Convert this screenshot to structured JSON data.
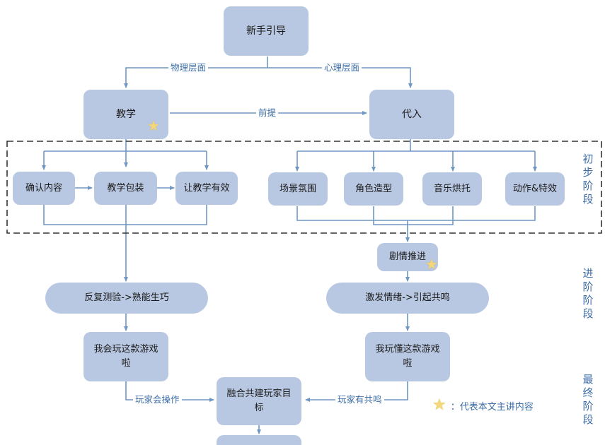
{
  "nodes": {
    "guide": "新手引导",
    "teaching": "教学",
    "immersion": "代入",
    "confirm": "确认内容",
    "packaging": "教学包装",
    "effective": "让教学有效",
    "atmosphere": "场景氛围",
    "character": "角色造型",
    "music": "音乐烘托",
    "action": "动作&特效",
    "plot": "剧情推进",
    "practice": "反复测验->熟能生巧",
    "emotion": "激发情绪->引起共鸣",
    "can_play": "我会玩这款游戏啦",
    "understand": "我玩懂这款游戏啦",
    "goal": "融合共建玩家目标"
  },
  "edge_labels": {
    "physical": "物理层面",
    "mental": "心理层面",
    "premise": "前提",
    "operate": "玩家会操作",
    "resonate": "玩家有共鸣"
  },
  "stages": {
    "initial": "初步阶段",
    "advanced": "进阶阶段",
    "final": "最终阶段"
  },
  "legend": {
    "icon": "star-icon",
    "text": "：代表本文主讲内容"
  },
  "colors": {
    "node_fill": "#b9c8e2",
    "connector": "#6e97c4",
    "label_text": "#3d6ea7",
    "star": "#f3d779",
    "dashed_border": "#333333"
  }
}
